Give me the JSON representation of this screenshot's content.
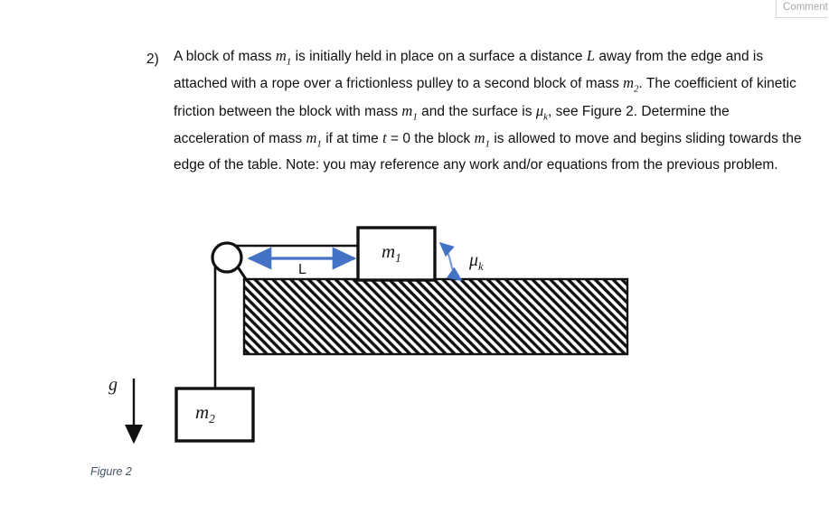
{
  "document": {
    "background_color": "#ffffff"
  },
  "comment": {
    "label": "Comment"
  },
  "question": {
    "marker": "2)",
    "text_plain": "A block of mass m1 is initially held in place on a surface a distance L away from the edge and is attached with a rope over a frictionless pulley to a second block of mass m2. The coefficient of kinetic friction between the block with mass m1 and the surface is μk, see Figure 2. Determine the acceleration of mass m1 if at time t = 0 the block m1 is allowed to move and begins sliding towards the edge of the table. Note: you may reference any work and/or equations from the previous problem.",
    "segments": [
      {
        "t": "A block of mass "
      },
      {
        "t": "m",
        "v": true,
        "sub": "1"
      },
      {
        "t": " is initially held in place on a surface a distance "
      },
      {
        "t": "L",
        "v": true
      },
      {
        "t": " away from the edge and is attached with a rope over a frictionless pulley to a second block of mass "
      },
      {
        "t": "m",
        "v": true,
        "sub": "2"
      },
      {
        "t": ". The coefficient of kinetic friction between the block with mass "
      },
      {
        "t": "m",
        "v": true,
        "sub": "1"
      },
      {
        "t": " and the surface is "
      },
      {
        "t": "μ",
        "v": true,
        "sub": "k"
      },
      {
        "t": ", see Figure 2. Determine the acceleration of mass "
      },
      {
        "t": "m",
        "v": true,
        "sub": "1"
      },
      {
        "t": " if at time "
      },
      {
        "t": "t",
        "v": true
      },
      {
        "t": " = 0 the block "
      },
      {
        "t": "m",
        "v": true,
        "sub": "1"
      },
      {
        "t": " is allowed to move and begins sliding towards the edge of the table. Note: you may reference any work and/or equations from the previous problem."
      }
    ]
  },
  "figure": {
    "caption": "Figure 2",
    "caption_color": "#44546a",
    "accent_color": "#4472c4",
    "stroke_color": "#000000",
    "labels": {
      "block1": {
        "base": "m",
        "sub": "1"
      },
      "block2": {
        "base": "m",
        "sub": "2"
      },
      "friction": {
        "base": "μ",
        "sub": "k"
      },
      "distance": "L",
      "gravity": "g"
    },
    "elements": {
      "pulley": "pulley-circle",
      "rope": "rope-line",
      "table": "hatched-table-surface",
      "distance_arrow": "double-headed-arrow",
      "friction_arrow": "curved-double-headed-arrow",
      "gravity_arrow": "down-arrow"
    }
  }
}
